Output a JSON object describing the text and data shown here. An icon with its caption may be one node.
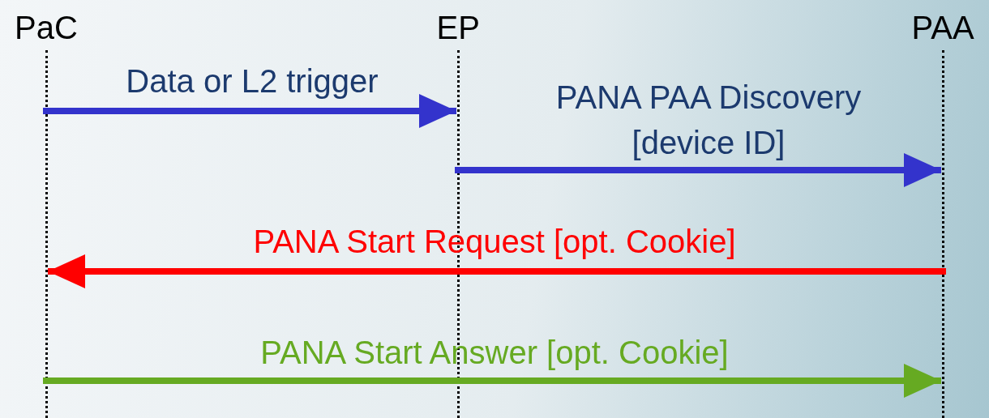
{
  "diagram": {
    "nodes": [
      {
        "text": [
          "PaC"
        ]
      },
      {
        "text": [
          "EP"
        ]
      },
      {
        "text": [
          "PAA"
        ]
      }
    ],
    "edges": [
      {
        "from": 0,
        "to": 1,
        "arrow": "to",
        "label": "Data or L2 trigger"
      },
      {
        "from": 1,
        "to": 2,
        "arrow": "to",
        "label": "PANA PAA Discovery [device ID]"
      },
      {
        "from": 2,
        "to": 0,
        "arrow": "to",
        "label": "PANA Start Request [opt. Cookie]",
        "color": "#ff0000"
      },
      {
        "from": 0,
        "to": 2,
        "arrow": "to",
        "label": "PANA Start Answer [opt. Cookie]",
        "color": "#66aa22"
      }
    ]
  }
}
